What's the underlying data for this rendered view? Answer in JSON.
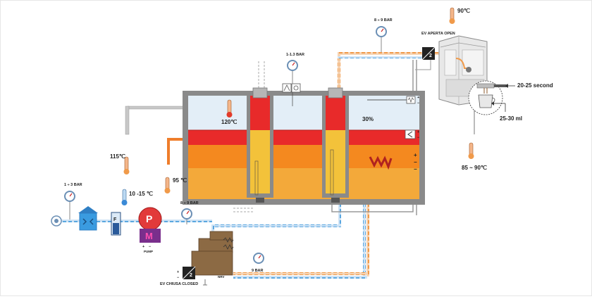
{
  "labels": {
    "bar_1_3_left": "1 ÷ 3 BAR",
    "temp_10_15": "10 -15 ℃",
    "bar_8_9_pump": "8 ÷ 9 BAR",
    "temp_115": "115℃",
    "temp_120": "120℃",
    "temp_95": "95 ℃",
    "bar_1_13_top": "1-1.3 BAR",
    "percent_30": "30%",
    "bar_8_9_top": "8 ÷ 9 BAR",
    "temp_90": "90℃",
    "ev_aperta": "EV APERTA OPEN",
    "ev_label": "EV",
    "time_20_25": "20-25 second",
    "volume_25_30": "25-30 ml",
    "temp_85_90": "85 ~ 90℃",
    "bar_9": "9 BAR",
    "ev_chiusa": "EV CHIUSA CLOSED",
    "pump_p": "P",
    "pump_m": "M",
    "pump_caption": "PUMP",
    "filter_f": "F",
    "ev_num": "2",
    "plus": "+",
    "minus": "−"
  },
  "colors": {
    "tank_frame": "#8a8a8a",
    "steam": "#e3eef7",
    "water_red": "#e82a2a",
    "water_orange": "#f4891f",
    "water_amber": "#f3a93a",
    "flow_blue": "#5aa7e0",
    "flow_orange": "#f09a4a",
    "pump_red": "#e23a3a",
    "pump_purple": "#7a2f8c",
    "softener_blue": "#3a9be0",
    "valve_brown": "#8c6a44"
  },
  "icons": [
    "pressure-gauge-icon",
    "thermometer-icon",
    "pump-icon",
    "water-softener-icon",
    "filter-icon",
    "solenoid-valve-icon",
    "espresso-machine-icon",
    "coffee-cup-icon",
    "heating-element-icon",
    "water-inlet-icon"
  ]
}
